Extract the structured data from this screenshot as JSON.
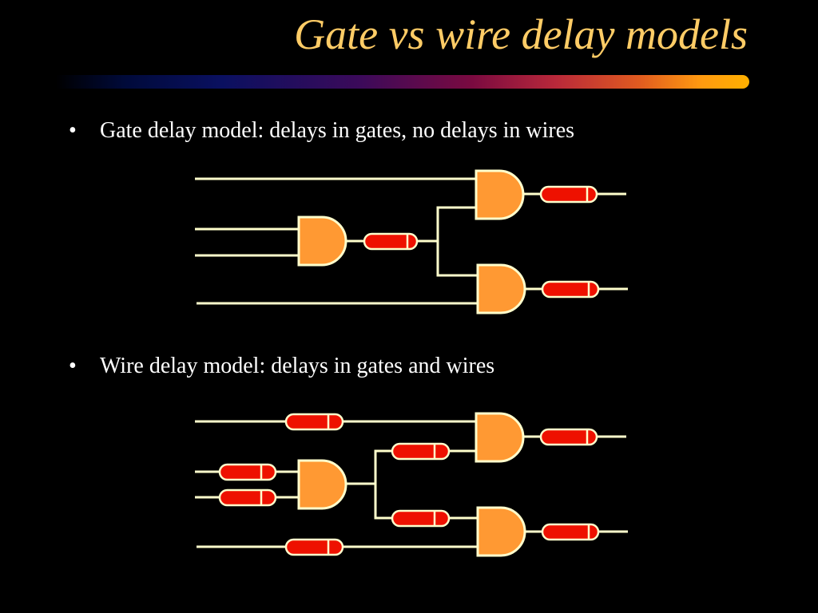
{
  "slide": {
    "title": "Gate vs wire delay models",
    "bullet_symbol": "•",
    "bullets": [
      "Gate delay model: delays in gates, no delays in wires",
      "Wire delay model: delays in gates and wires"
    ]
  },
  "colors": {
    "background": "#000000",
    "title": "#ffcc66",
    "wire": "#ffffcc",
    "gate_fill": "#ff9933",
    "delay_fill": "#ee1100",
    "outline": "#ffffcc"
  }
}
